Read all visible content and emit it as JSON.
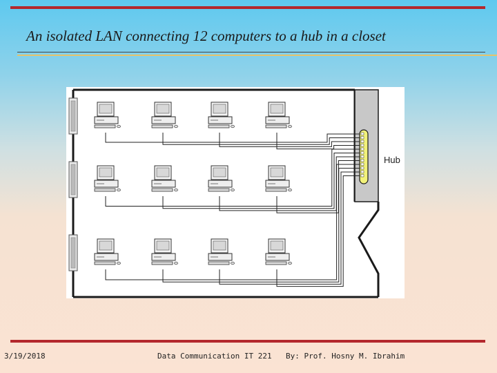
{
  "slide": {
    "title": "An isolated LAN connecting 12 computers to a hub in a closet",
    "hub_label": "Hub",
    "footer": {
      "date": "3/19/2018",
      "course": "Data Communication  IT 221",
      "author": "By: Prof. Hosny M. Ibrahim"
    }
  },
  "diagram": {
    "computer_count": 12,
    "rows": 3,
    "computers_per_row": 4,
    "wall_jack_count": 3,
    "hub_ports": 12,
    "colors": {
      "wall": "#1a1a1a",
      "closet": "#c8c8c8",
      "hub": "#f2f27a",
      "cable": "#222222"
    }
  }
}
